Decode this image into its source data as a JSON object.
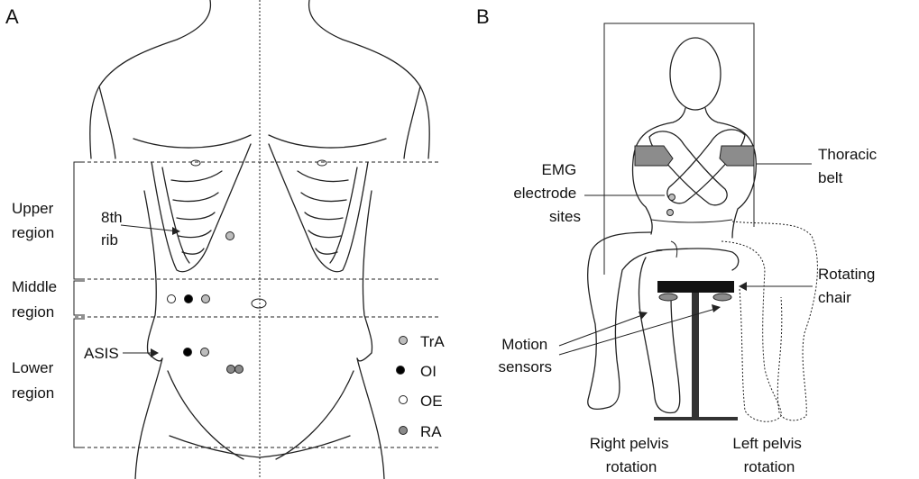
{
  "panel_a": {
    "label": "A",
    "regions": [
      "Upper region",
      "Middle region",
      "Lower region"
    ],
    "rib_label": "8th rib",
    "asis_label": "ASIS",
    "legend": [
      {
        "label": "TrA",
        "color": "#bdbdbd"
      },
      {
        "label": "OI",
        "color": "#000000"
      },
      {
        "label": "OE",
        "color": "#ffffff"
      },
      {
        "label": "RA",
        "color": "#8a8a8a"
      }
    ]
  },
  "panel_b": {
    "label": "B",
    "emg_label": "EMG electrode sites",
    "thoracic_belt_label": "Thoracic belt",
    "rotating_chair_label": "Rotating chair",
    "motion_sensors_label": "Motion sensors",
    "right_rotation_label": "Right pelvis rotation",
    "left_rotation_label": "Left pelvis rotation"
  },
  "colors": {
    "line": "#222222",
    "belt_fill": "#8c8c8c",
    "chair": "#111111"
  }
}
